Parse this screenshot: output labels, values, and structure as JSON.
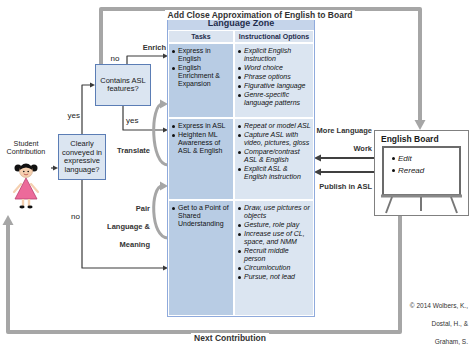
{
  "diagram": {
    "nodes": [
      {
        "text": [
          "Student Contribution"
        ]
      },
      {
        "text": [
          "Contains ASL features?"
        ]
      },
      {
        "text": [
          "Clearly conveyed in expressive language?"
        ]
      },
      {
        "text": [
          "Language Zone"
        ]
      },
      {
        "text": [
          "Tasks"
        ],
        "in": 3
      },
      {
        "text": [
          "Instructional Options"
        ],
        "in": 3
      },
      {
        "text": [
          "Express in English",
          "English Enrichment & Expansion"
        ],
        "in": 3
      },
      {
        "text": [
          "Explicit English instruction",
          "Word choice",
          "Phrase options",
          "Figurative language",
          "Genre-specific language patterns"
        ],
        "in": 3
      },
      {
        "text": [
          "Express in ASL",
          "Heighten ML Awareness of ASL & English"
        ],
        "in": 3
      },
      {
        "text": [
          "Repeat or model ASL",
          "Capture ASL with video, pictures, gloss",
          "Compare/contrast ASL & English",
          "Explicit ASL & English instruction"
        ],
        "in": 3
      },
      {
        "text": [
          "Get to a Point of Shared Understanding"
        ],
        "in": 3
      },
      {
        "text": [
          "Draw, use pictures or objects",
          "Gesture, role play",
          "Increase use of CL, space, and NMM",
          "Recruit middle person",
          "Circumlocution",
          "Pursue, not lead"
        ],
        "in": 3
      },
      {
        "text": [
          "English Board",
          "Edit",
          "Reread"
        ]
      }
    ],
    "edges": [
      {
        "from": 0,
        "to": 2,
        "arrow": "to"
      },
      {
        "from": 2,
        "to": 1,
        "label": "yes",
        "arrow": "to"
      },
      {
        "from": 2,
        "to": 10,
        "label": "no",
        "arrow": "to"
      },
      {
        "from": 1,
        "to": 6,
        "label": "no",
        "arrow": "to"
      },
      {
        "from": 1,
        "to": 8,
        "label": "yes",
        "arrow": "to"
      },
      {
        "from": 1,
        "to": 12,
        "label": "Add Close Approximation of English to Board",
        "arrow": "to"
      },
      {
        "from": 8,
        "to": 6,
        "label": "Translate",
        "arrow": "to"
      },
      {
        "from": 10,
        "to": 8,
        "label": "Pair Language & Meaning",
        "arrow": "to"
      },
      {
        "from": 12,
        "to": 9,
        "label": "More Language Work",
        "arrow": "to"
      },
      {
        "from": 12,
        "to": 9,
        "label": "Publish in ASL",
        "arrow": "to"
      },
      {
        "from": 12,
        "to": 0,
        "label": "Next Contribution",
        "arrow": "to"
      }
    ],
    "labels": [
      "Enrich",
      "© 2014 Wolbers, K., Dostal, H., & Graham, S."
    ]
  }
}
